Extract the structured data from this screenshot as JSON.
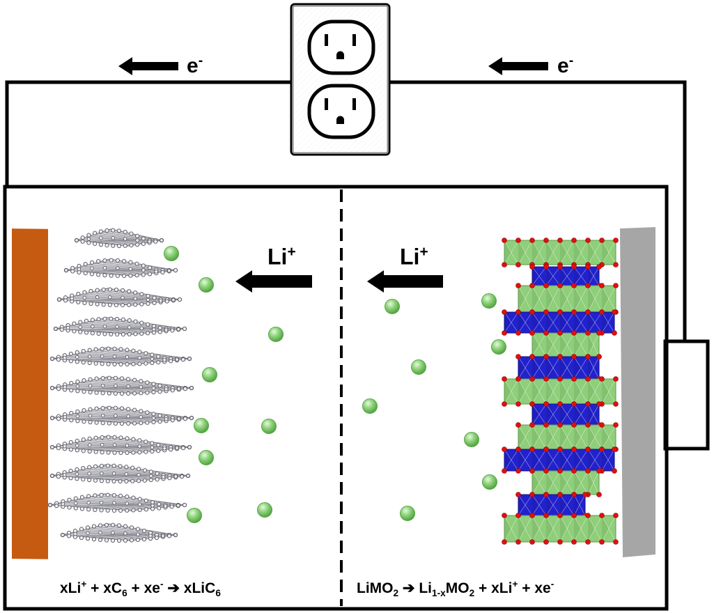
{
  "electron_label": {
    "base": "e",
    "sup": "-"
  },
  "ion_label": {
    "base": "Li",
    "sup": "+"
  },
  "equations": {
    "anode": [
      {
        "t": "xLi"
      },
      {
        "t": "+",
        "s": "sup"
      },
      {
        "t": " + xC"
      },
      {
        "t": "6",
        "s": "sub"
      },
      {
        "t": " + xe"
      },
      {
        "t": "-",
        "s": "sup"
      },
      {
        "t": " ➔ xLiC"
      },
      {
        "t": "6",
        "s": "sub"
      }
    ],
    "cathode": [
      {
        "t": "LiMO"
      },
      {
        "t": "2",
        "s": "sub"
      },
      {
        "t": " ➔ Li"
      },
      {
        "t": "1-x",
        "s": "sub"
      },
      {
        "t": "MO"
      },
      {
        "t": "2",
        "s": "sub"
      },
      {
        "t": " + xLi"
      },
      {
        "t": "+",
        "s": "sup"
      },
      {
        "t": " + xe"
      },
      {
        "t": "-",
        "s": "sup"
      }
    ]
  },
  "icons": {
    "outlet": "electrical-outlet-icon",
    "anode": "copper-current-collector",
    "cathode": "aluminum-current-collector",
    "graphite": "graphite-layers",
    "oxide": "layered-metal-oxide",
    "ion": "lithium-ion"
  },
  "colors": {
    "anode_collector": "#c55a11",
    "cathode_collector": "#a6a6a6",
    "graphite": "#7a7a80",
    "li_ion": "#8fd47c",
    "metal_octahedra": "#2222cc",
    "li_octahedra": "#8fce7a",
    "oxygen": "#e01010"
  }
}
